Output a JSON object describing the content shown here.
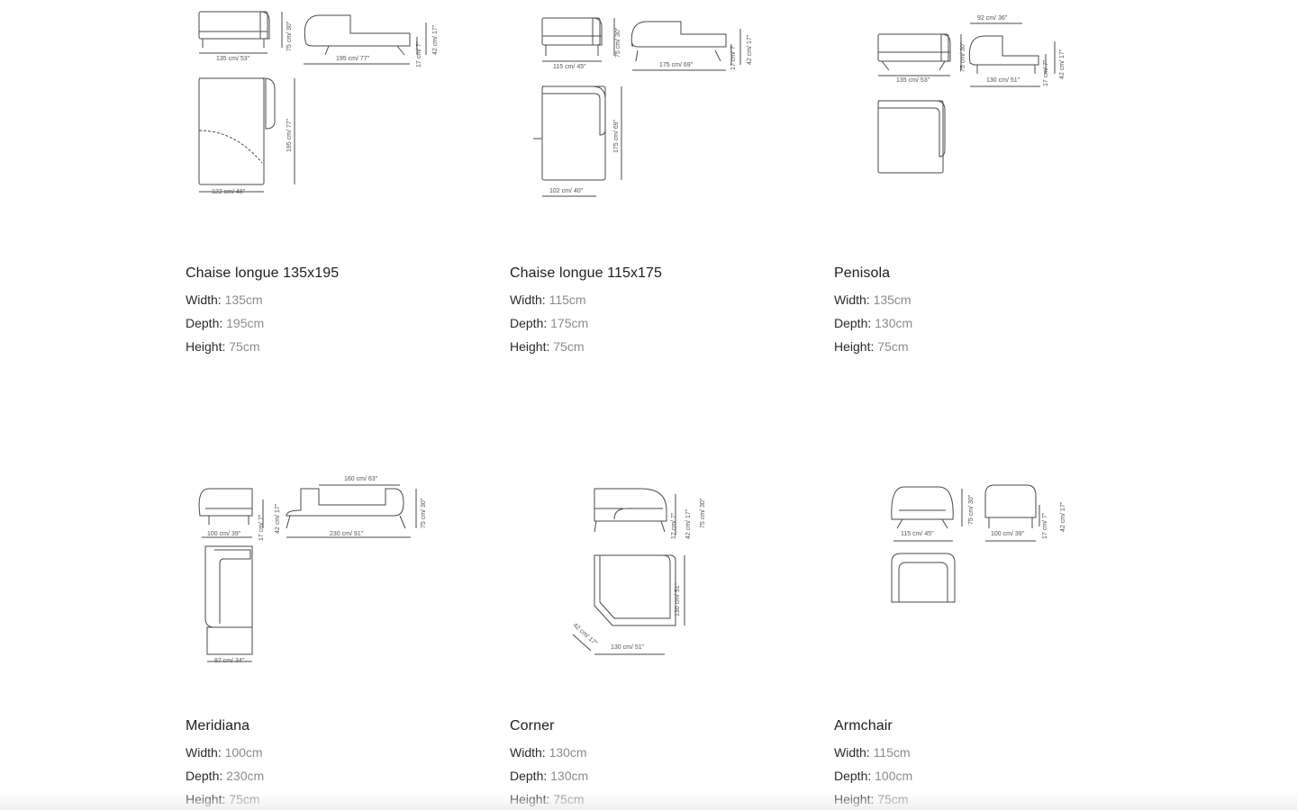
{
  "labels": {
    "width": "Width:",
    "depth": "Depth:",
    "height": "Height:"
  },
  "products": [
    {
      "name": "Chaise longue 135x195",
      "width": "135cm",
      "depth": "195cm",
      "height": "75cm",
      "dims": {
        "w": "135 cm/ 53\"",
        "seat": "195 cm/ 77\"",
        "h": "75 cm/ 30\"",
        "sh": "17 cm/ 7\"",
        "ah": "42 cm/ 17\"",
        "pd": "195 cm/ 77\"",
        "pw": "122 cm/ 48\""
      }
    },
    {
      "name": "Chaise longue 115x175",
      "width": "115cm",
      "depth": "175cm",
      "height": "75cm",
      "dims": {
        "w": "115 cm/ 45\"",
        "seat": "175 cm/ 69\"",
        "h": "75 cm/ 30\"",
        "sh": "17 cm/ 7\"",
        "ah": "42 cm/ 17\"",
        "pd": "175 cm/ 69\"",
        "pw": "102 cm/ 40\""
      }
    },
    {
      "name": "Penisola",
      "width": "135cm",
      "depth": "130cm",
      "height": "75cm",
      "dims": {
        "top": "92 cm/ 36\"",
        "w": "135 cm/ 53\"",
        "seat": "130 cm/ 51\"",
        "h": "75 cm/ 30\"",
        "sh": "17 cm/ 7\"",
        "ah": "42 cm/ 17\""
      }
    },
    {
      "name": "Meridiana",
      "width": "100cm",
      "depth": "230cm",
      "height": "75cm",
      "dims": {
        "top": "160 cm/ 63\"",
        "w": "100 cm/ 39\"",
        "seat": "230 cm/ 91\"",
        "h": "75 cm/ 30\"",
        "sh": "17 cm/ 7\"",
        "ah": "42 cm/ 17\"",
        "pw": "87 cm/ 34\""
      }
    },
    {
      "name": "Corner",
      "width": "130cm",
      "depth": "130cm",
      "height": "75cm",
      "dims": {
        "h": "75 cm/ 30\"",
        "sh": "17 cm/ 7\"",
        "ah": "42 cm/ 17\"",
        "pd": "130 cm/ 51\"",
        "pw": "130 cm/ 51\"",
        "cut": "42 cm/ 17\""
      }
    },
    {
      "name": "Armchair",
      "width": "115cm",
      "depth": "100cm",
      "height": "75cm",
      "dims": {
        "w": "115 cm/ 45\"",
        "seat": "100 cm/ 39\"",
        "h": "75 cm/ 30\"",
        "sh": "17 cm/ 7\"",
        "ah": "42 cm/ 17\""
      }
    }
  ]
}
